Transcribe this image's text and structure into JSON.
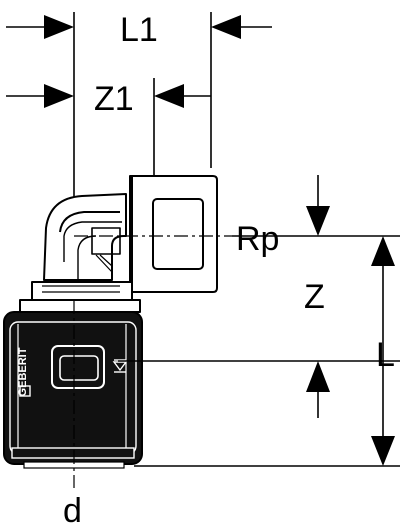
{
  "diagram": {
    "brand": "GEBERIT",
    "labels": {
      "L1": "L1",
      "Z1": "Z1",
      "Rp": "Rp",
      "Z": "Z",
      "L": "L",
      "d": "d"
    }
  }
}
